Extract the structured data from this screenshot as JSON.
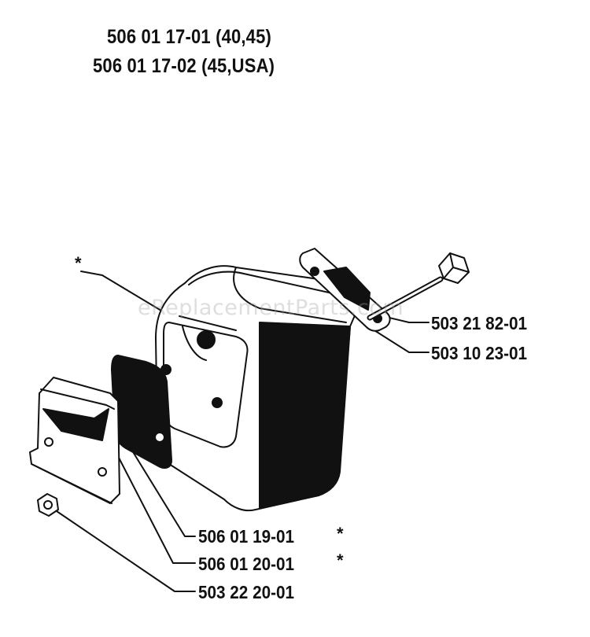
{
  "header": {
    "line1": "506 01 17-01 (40,45)",
    "line2": "506 01 17-02 (45,USA)"
  },
  "watermark": "eReplacementParts.com",
  "callouts": {
    "asterisk_top": "*",
    "bolt_part": "503 21 82-01",
    "gasket_part": "503 10 23-01",
    "heat_shield_part": "506 01 19-01",
    "bracket_part": "506 01 20-01",
    "nut_part": "503 22 20-01",
    "asterisk_19": "*",
    "asterisk_20": "*"
  }
}
